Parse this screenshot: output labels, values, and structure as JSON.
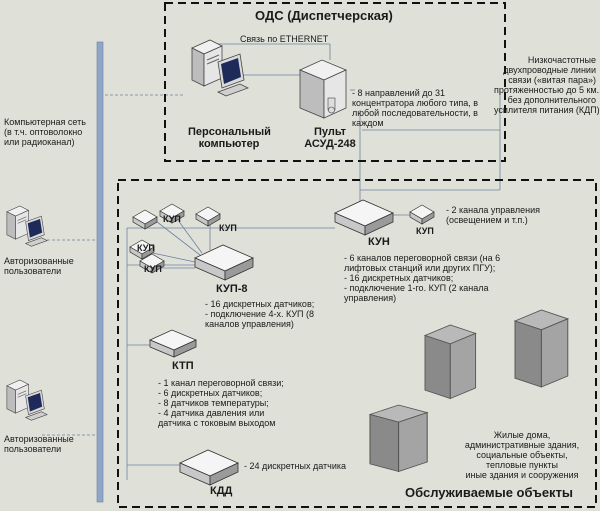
{
  "ods": {
    "title": "ОДС (Диспетчерская)",
    "ethernet_link": "Связь по ETHERNET",
    "pc_label_1": "Персональный",
    "pc_label_2": "компьютер",
    "console_label_1": "Пульт",
    "console_label_2": "АСУД-248",
    "console_desc": [
      "- 8 направлений до 31",
      "концентратора любого типа, в",
      "любой последовательности, в",
      "каждом"
    ]
  },
  "lines_note": [
    "Низкочастотные",
    "двухпроводные линии",
    "связи («витая пара»)",
    "протяженностью до 5 км.",
    "без дополнительного",
    "усилителя питания (КДП)"
  ],
  "network_note": [
    "Компьютерная сеть",
    "(в т.ч. оптоволокно",
    "или радиоканал)"
  ],
  "users": [
    {
      "label": [
        "Авторизованные",
        "пользователи"
      ]
    },
    {
      "label": [
        "Авторизованные",
        "пользователи"
      ]
    }
  ],
  "objects": {
    "title": "Обслуживаемые объекты",
    "kup_small": "КУП",
    "kup8": {
      "label": "КУП-8",
      "desc": [
        "- 16 дискретных датчиков;",
        "- подключение 4-х. КУП (8",
        "каналов управления)"
      ]
    },
    "kun": {
      "label": "КУН",
      "desc": [
        "- 6 каналов переговорной связи (на 6",
        "лифтовых станций или других ПГУ);",
        "- 16 дискретных датчиков;",
        "- подключение 1-го. КУП (2 канала",
        "управления)"
      ]
    },
    "kun_kup_desc": [
      "- 2 канала управления",
      "(освещением и т.п.)"
    ],
    "ktp": {
      "label": "КТП",
      "desc": [
        "- 1 канал переговорной связи;",
        "- 6 дискретных датчиков;",
        "- 8 датчиков температуры;",
        "- 4 датчика давления или",
        "датчика с токовым выходом"
      ]
    },
    "kdd": {
      "label": "КДД",
      "desc": [
        "- 24 дискретных датчика"
      ]
    },
    "buildings_note": [
      "Жилые дома,",
      "административные здания,",
      "социальные объекты,",
      "тепловые пункты",
      "иные здания и сооружения"
    ]
  },
  "colors": {
    "background": "#dfe1d9",
    "bus": "#8fa6c9",
    "box_top": "#f3f3f3",
    "box_front": "#c9c9c9",
    "box_side": "#9e9e9e",
    "building": "#8b8b8b"
  }
}
